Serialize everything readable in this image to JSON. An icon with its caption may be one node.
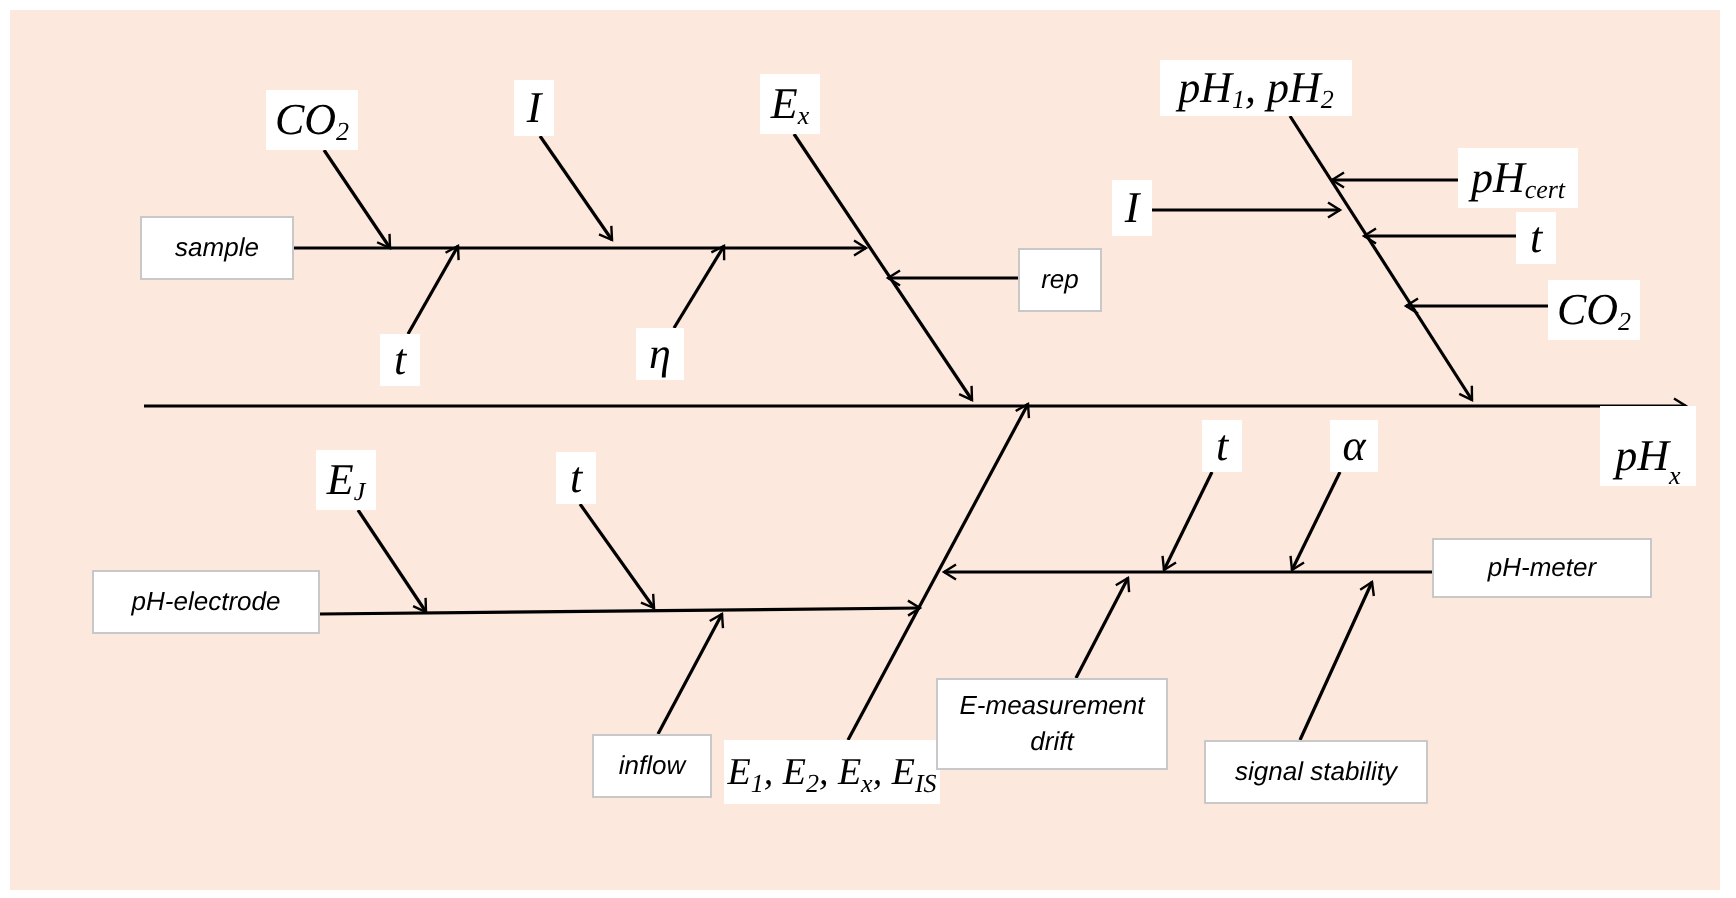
{
  "diagram": {
    "nodes": [
      {
        "text": [
          "CO$_{2}$"
        ]
      },
      {
        "text": [
          "I"
        ]
      },
      {
        "text": [
          "E$_{x}$"
        ]
      },
      {
        "text": [
          "pH$_{1}$, pH$_{2}$"
        ]
      },
      {
        "text": [
          "pH$_{cert}$"
        ]
      },
      {
        "text": [
          "I"
        ]
      },
      {
        "text": [
          "t"
        ]
      },
      {
        "text": [
          "CO$_{2}$"
        ]
      },
      {
        "text": [
          "sample"
        ]
      },
      {
        "text": [
          "t"
        ]
      },
      {
        "text": [
          "η"
        ]
      },
      {
        "text": [
          "rep"
        ]
      },
      {
        "text": [
          "pH$_{x}$"
        ]
      },
      {
        "text": [
          "E$_{J}$"
        ]
      },
      {
        "text": [
          "t"
        ]
      },
      {
        "text": [
          "t"
        ]
      },
      {
        "text": [
          "α"
        ]
      },
      {
        "text": [
          "pH-electrode"
        ]
      },
      {
        "text": [
          "pH-meter"
        ]
      },
      {
        "text": [
          "inflow"
        ]
      },
      {
        "text": [
          "E$_{1}$, E$_{2}$, E$_{x}$, E$_{IS}$"
        ]
      },
      {
        "text": [
          "E-measurement drift"
        ]
      },
      {
        "text": [
          "signal stability"
        ]
      }
    ],
    "edges": [
      {
        "from": 0,
        "to": null,
        "arrow": "to"
      },
      {
        "from": 1,
        "to": null,
        "arrow": "to"
      },
      {
        "from": 2,
        "to": null,
        "arrow": "to"
      },
      {
        "from": 3,
        "to": null,
        "arrow": "to"
      },
      {
        "from": 4,
        "to": null,
        "arrow": "to"
      },
      {
        "from": 5,
        "to": null,
        "arrow": "to"
      },
      {
        "from": 6,
        "to": null,
        "arrow": "to"
      },
      {
        "from": 7,
        "to": null,
        "arrow": "to"
      },
      {
        "from": 8,
        "to": null,
        "arrow": "to"
      },
      {
        "from": 9,
        "to": null,
        "arrow": "to"
      },
      {
        "from": 10,
        "to": null,
        "arrow": "to"
      },
      {
        "from": 11,
        "to": null,
        "arrow": "to"
      },
      {
        "from": null,
        "to": 12,
        "arrow": "to"
      },
      {
        "from": 13,
        "to": null,
        "arrow": "to"
      },
      {
        "from": 14,
        "to": null,
        "arrow": "to"
      },
      {
        "from": 15,
        "to": null,
        "arrow": "to"
      },
      {
        "from": 16,
        "to": null,
        "arrow": "to"
      },
      {
        "from": 17,
        "to": null,
        "arrow": "to"
      },
      {
        "from": 18,
        "to": null,
        "arrow": "to"
      },
      {
        "from": 19,
        "to": null,
        "arrow": "to"
      },
      {
        "from": 20,
        "to": null,
        "arrow": "to"
      },
      {
        "from": 21,
        "to": null,
        "arrow": "to"
      },
      {
        "from": 22,
        "to": null,
        "arrow": "to"
      }
    ]
  }
}
